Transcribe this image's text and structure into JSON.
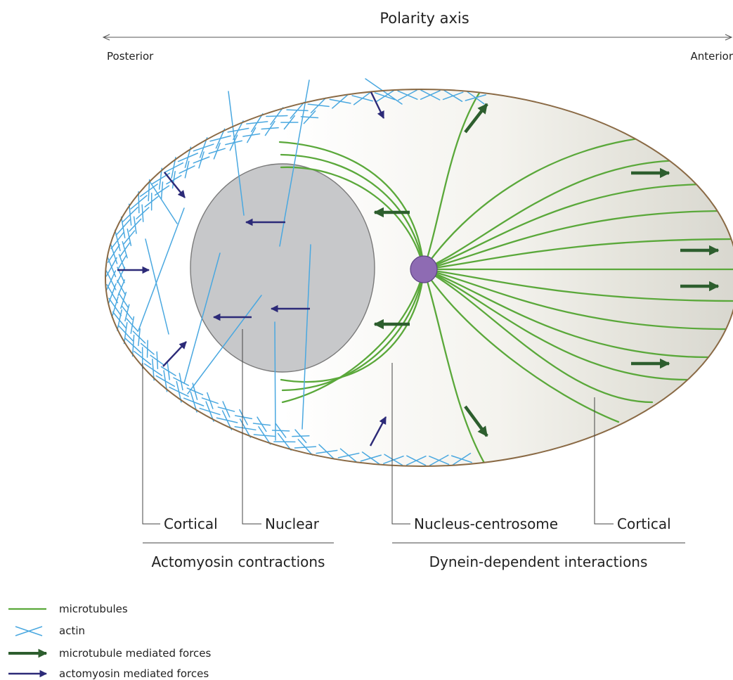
{
  "axis": {
    "title": "Polarity axis",
    "left_label": "Posterior",
    "right_label": "Anterior"
  },
  "callouts": {
    "cortical_left": "Cortical",
    "nuclear": "Nuclear",
    "nucleus_centrosome": "Nucleus-centrosome",
    "cortical_right": "Cortical"
  },
  "groups": {
    "left": "Actomyosin contractions",
    "right": "Dynein-dependent interactions"
  },
  "legend": {
    "microtubules": "microtubules",
    "actin": "actin",
    "mt_forces": "microtubule mediated forces",
    "am_forces": "actomyosin mediated forces"
  },
  "colors": {
    "microtubule": "#5aa83a",
    "actin": "#4aa8e0",
    "mt_force": "#2d5e2e",
    "am_force": "#2c2a78",
    "nucleus": "#c7c8ca",
    "centrosome": "#8e6bb3",
    "cell_outline": "#8a6a45"
  }
}
